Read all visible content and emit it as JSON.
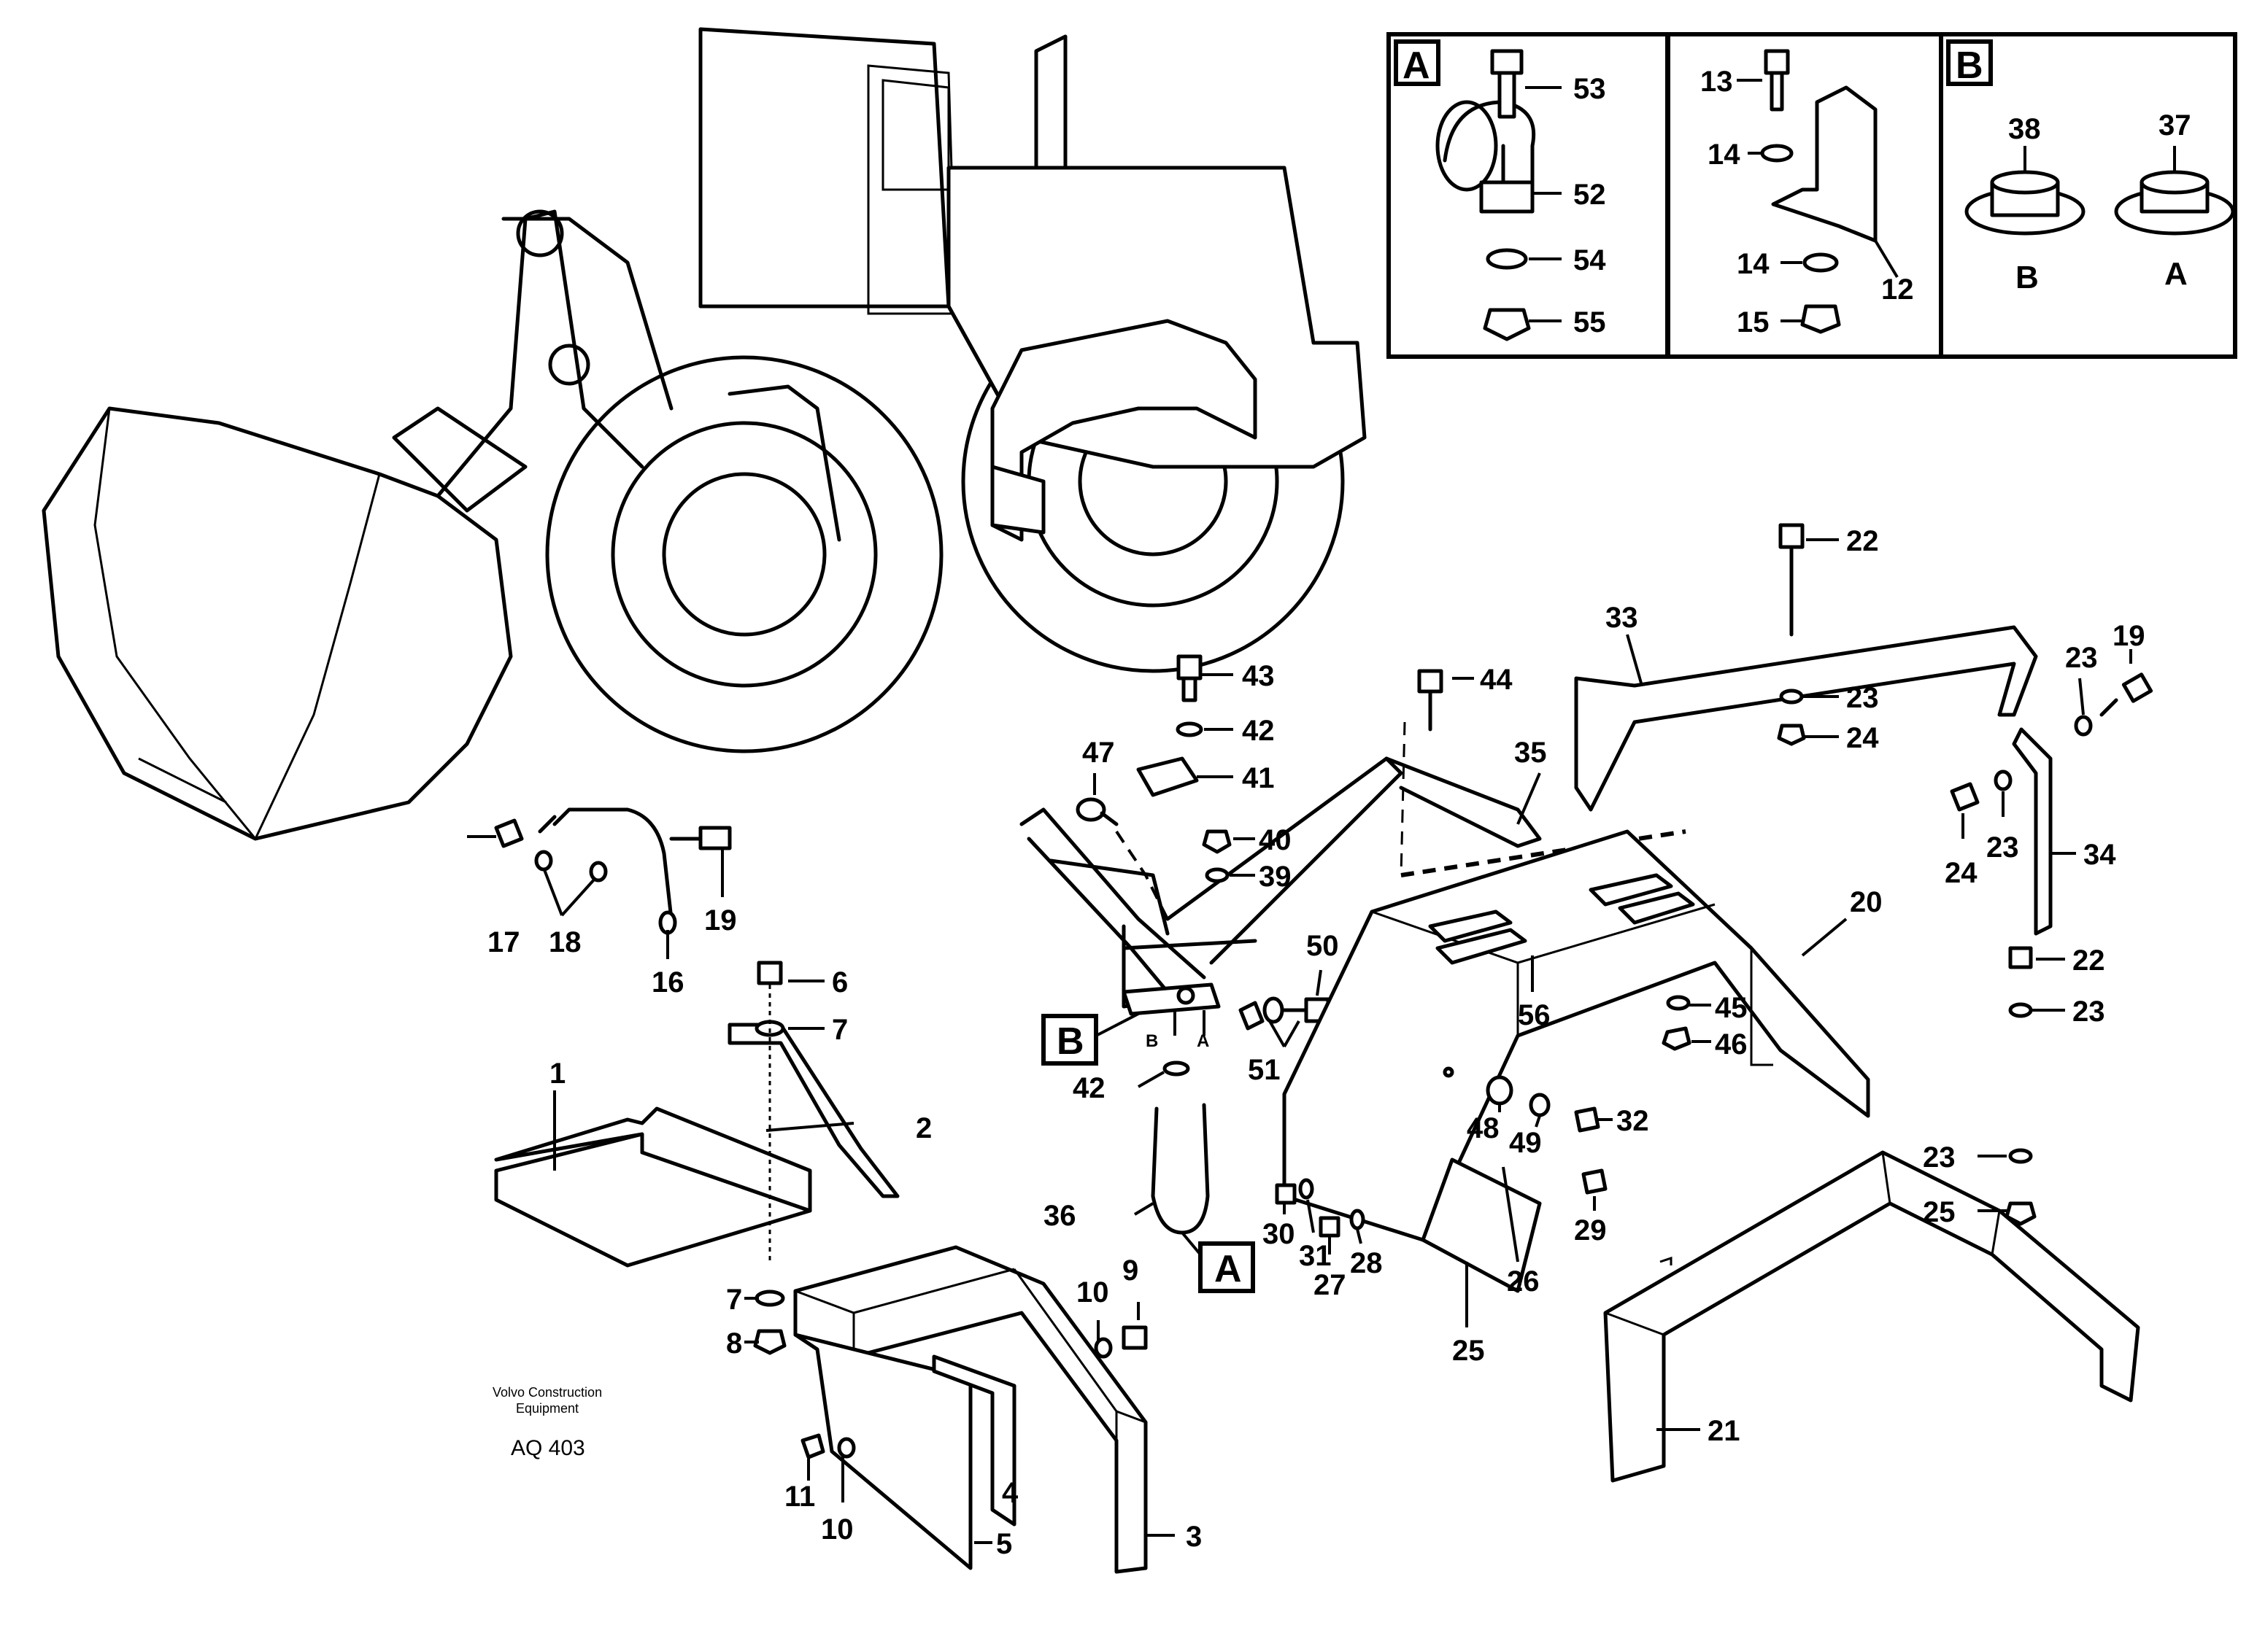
{
  "figure_code": "AQ 403",
  "publisher_line1": "Volvo Construction",
  "publisher_line2": "Equipment",
  "detail_a": {
    "label": "A",
    "parts": [
      "53",
      "52",
      "54",
      "55"
    ]
  },
  "detail_mid": {
    "parts": [
      "13",
      "14",
      "14",
      "15",
      "12"
    ]
  },
  "detail_b": {
    "label": "B",
    "parts": [
      "38",
      "37"
    ],
    "variants": [
      "B",
      "A"
    ]
  },
  "callouts": {
    "c1": "1",
    "c2": "2",
    "c3": "3",
    "c4": "4",
    "c5": "5",
    "c6": "6",
    "c7a": "7",
    "c7b": "7",
    "c8": "8",
    "c9": "9",
    "c10a": "10",
    "c10b": "10",
    "c11": "11",
    "c16": "16",
    "c17": "17",
    "c18": "18",
    "c19a": "19",
    "c19b": "19",
    "c20": "20",
    "c21": "21",
    "c22a": "22",
    "c22b": "22",
    "c23a": "23",
    "c23b": "23",
    "c23c": "23",
    "c23d": "23",
    "c23e": "23",
    "c24a": "24",
    "c24b": "24",
    "c25a": "25",
    "c25b": "25",
    "c26": "26",
    "c27": "27",
    "c28": "28",
    "c29": "29",
    "c30": "30",
    "c31": "31",
    "c32": "32",
    "c33": "33",
    "c34": "34",
    "c35": "35",
    "c36": "36",
    "c39": "39",
    "c40": "40",
    "c41": "41",
    "c42a": "42",
    "c42b": "42",
    "c43": "43",
    "c44": "44",
    "c45": "45",
    "c46": "46",
    "c47": "47",
    "c48": "48",
    "c49": "49",
    "c50": "50",
    "c51": "51",
    "c56": "56"
  },
  "section_markers": {
    "marker_b": "B",
    "marker_a": "A",
    "pos_b": "B",
    "pos_a": "A"
  }
}
